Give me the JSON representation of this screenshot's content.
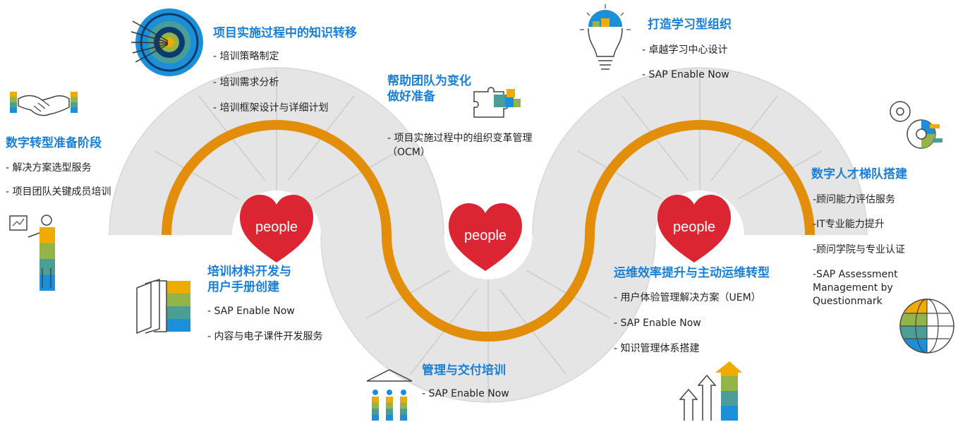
{
  "hearts": [
    "people",
    "people",
    "people"
  ],
  "sections": {
    "prep": {
      "title": "数字转型准备阶段",
      "items": [
        "- 解决方案选型服务",
        "- 项目团队关键成员培训"
      ]
    },
    "knowledge": {
      "title": "项目实施过程中的知识转移",
      "items": [
        "- 培训策略制定",
        "- 培训需求分析",
        "- 培训框架设计与详细计划"
      ]
    },
    "change": {
      "title": "帮助团队为变化做好准备",
      "items": [
        "- 项目实施过程中的组织变革管理（OCM）"
      ]
    },
    "learning_org": {
      "title": "打造学习型组织",
      "items": [
        "- 卓越学习中心设计",
        "- SAP Enable Now"
      ]
    },
    "talent": {
      "title": "数字人才梯队搭建",
      "items": [
        "-顾问能力评估服务",
        "-IT专业能力提升",
        "-顾问学院与专业认证",
        "-SAP Assessment Management by Questionmark"
      ]
    },
    "materials": {
      "title": "培训材料开发与用户手册创建",
      "items": [
        "- SAP Enable Now",
        "- 内容与电子课件开发服务"
      ]
    },
    "delivery": {
      "title": "管理与交付培训",
      "items": [
        "- SAP Enable Now"
      ]
    },
    "ops": {
      "title": "运维效率提升与主动运维转型",
      "items": [
        "- 用户体验管理解决方案（UEM）",
        "- SAP Enable Now",
        "- 知识管理体系搭建"
      ]
    }
  },
  "colors": {
    "track": "#e3e3e3",
    "track_line": "#c9c9c9",
    "wave": "#e38e0b",
    "heart": "#dc2533",
    "title": "#1a7fd6",
    "icon_yellow": "#f0ab00",
    "icon_green": "#93b449",
    "icon_teal": "#4a9e95",
    "icon_blue": "#1b90d8"
  }
}
